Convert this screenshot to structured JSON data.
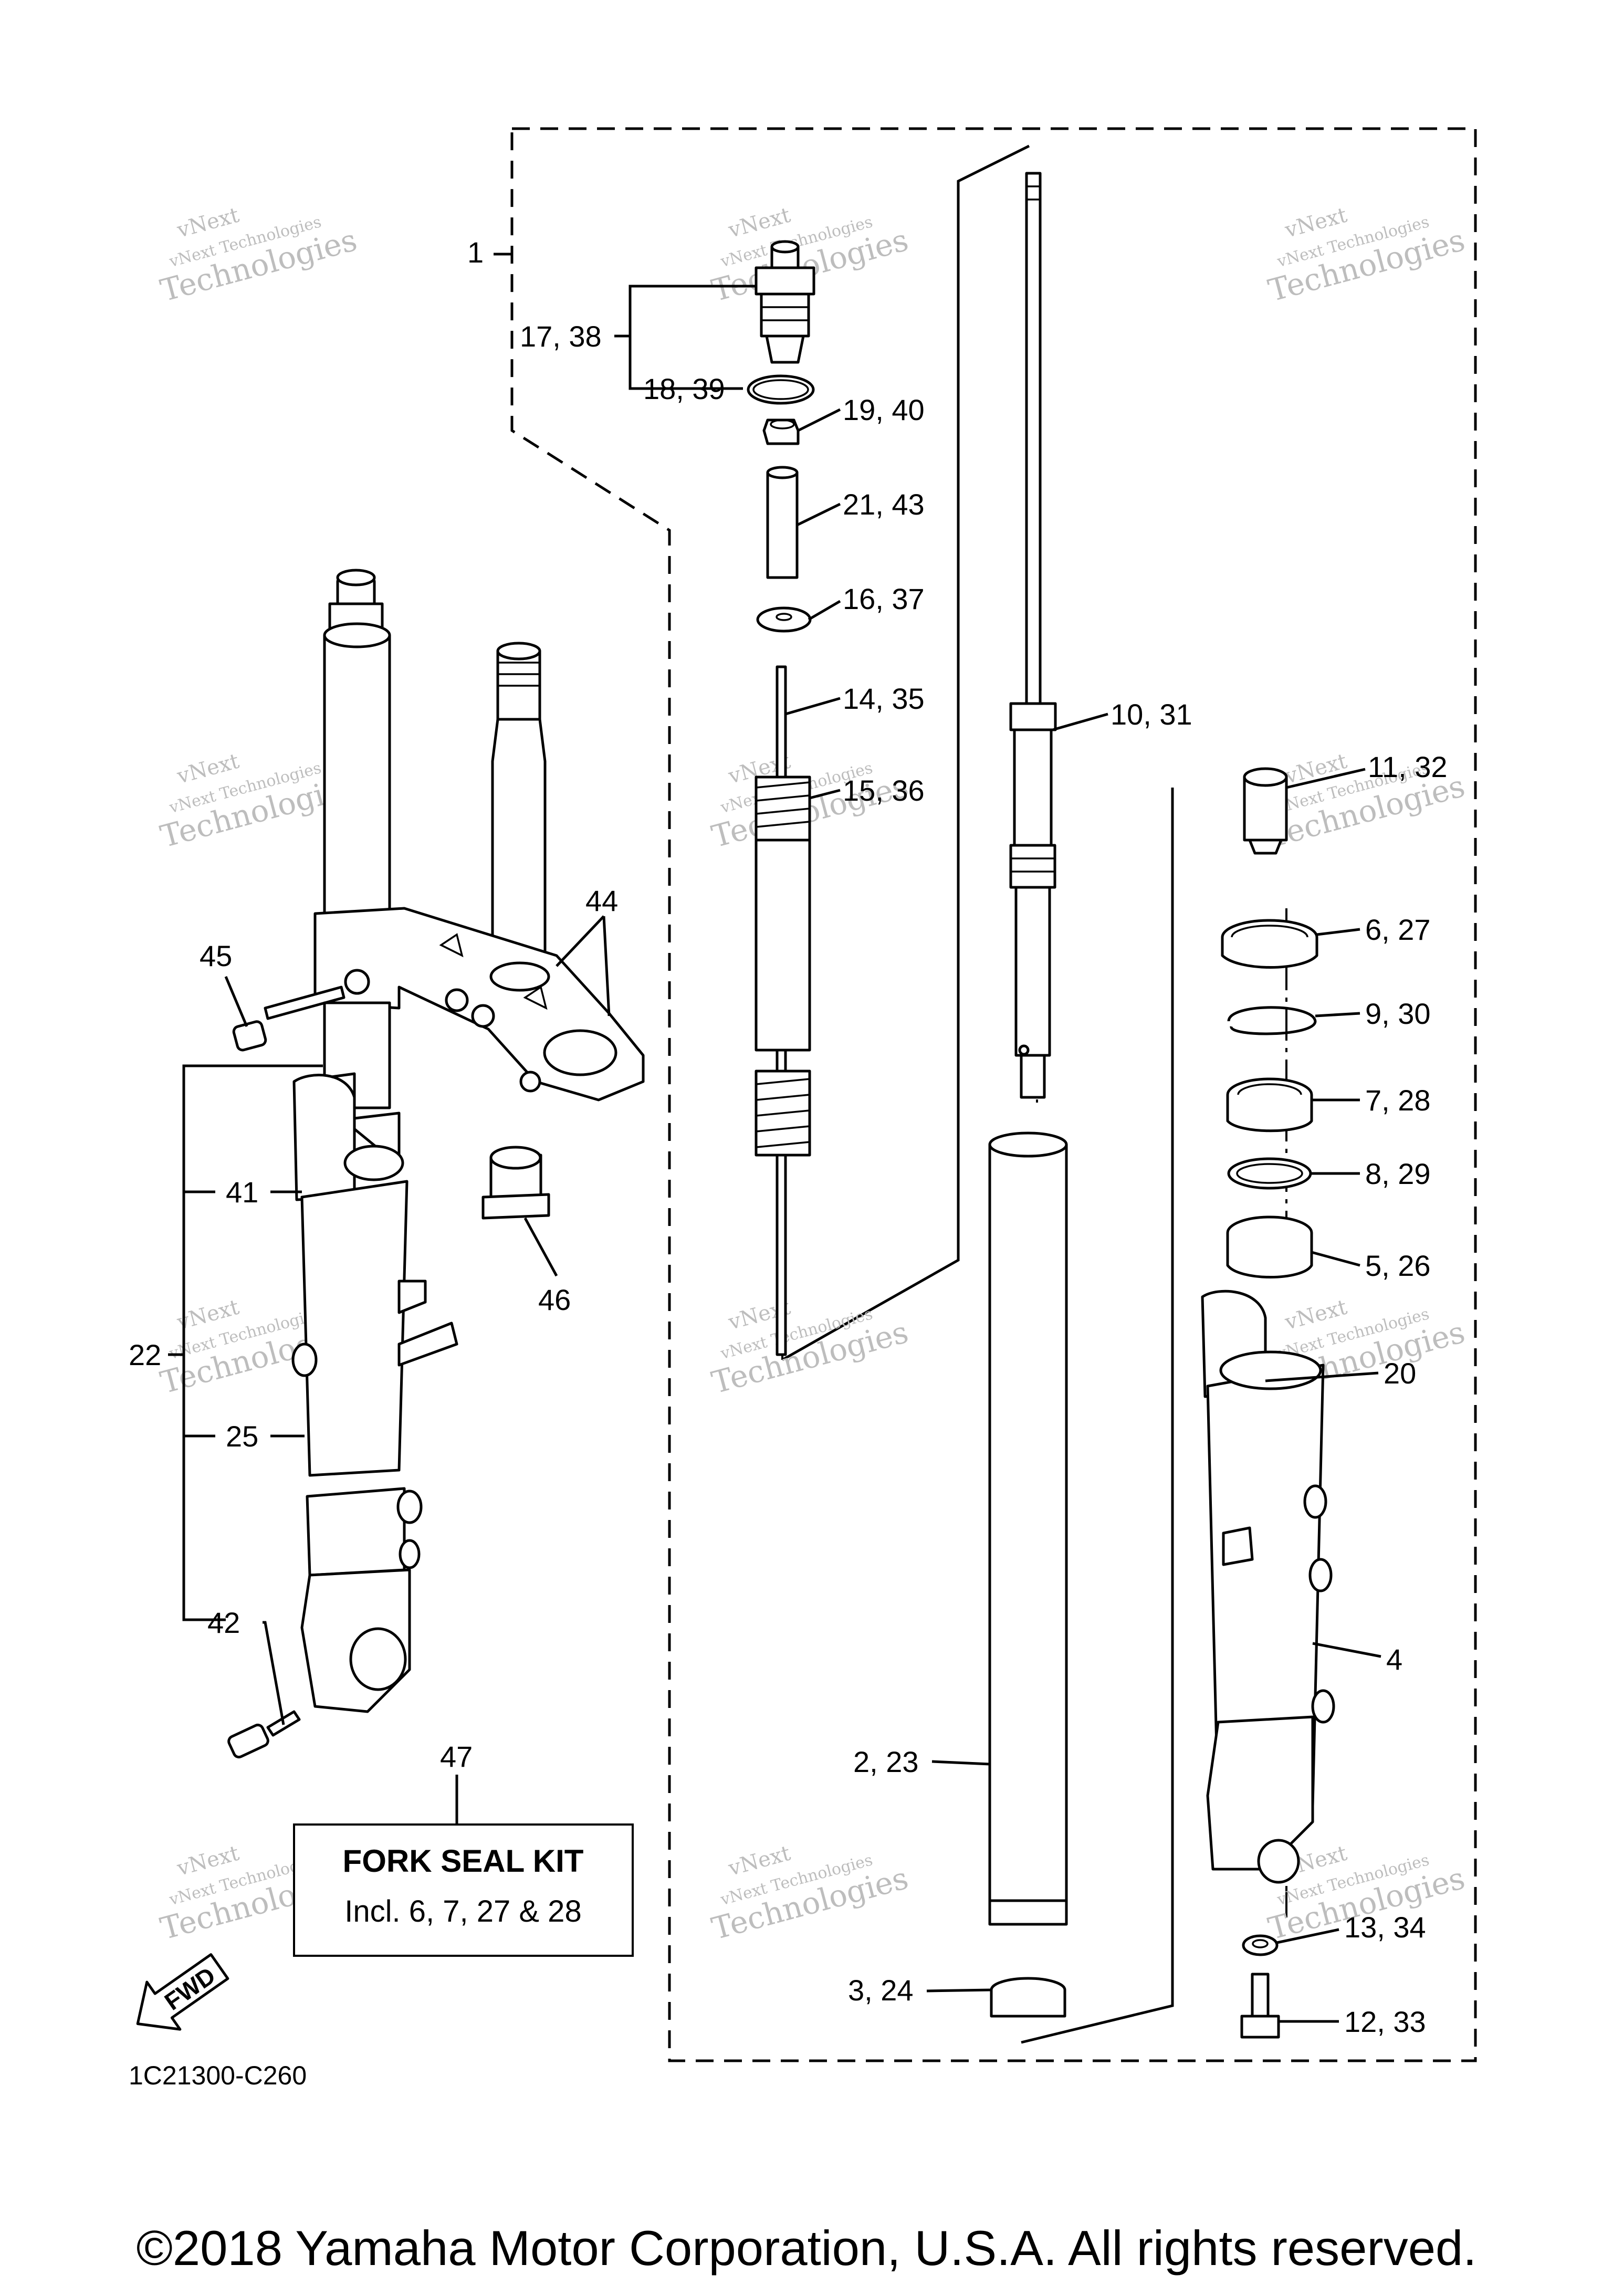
{
  "labels": [
    {
      "id": "1",
      "text": "1"
    },
    {
      "id": "17-38",
      "text": "17, 38"
    },
    {
      "id": "18-39",
      "text": "18, 39"
    },
    {
      "id": "19-40",
      "text": "19, 40"
    },
    {
      "id": "21-43",
      "text": "21, 43"
    },
    {
      "id": "16-37",
      "text": "16, 37"
    },
    {
      "id": "14-35",
      "text": "14, 35"
    },
    {
      "id": "15-36",
      "text": "15, 36"
    },
    {
      "id": "10-31",
      "text": "10, 31"
    },
    {
      "id": "11-32",
      "text": "11, 32"
    },
    {
      "id": "6-27",
      "text": "6, 27"
    },
    {
      "id": "9-30",
      "text": "9, 30"
    },
    {
      "id": "7-28",
      "text": "7, 28"
    },
    {
      "id": "8-29",
      "text": "8, 29"
    },
    {
      "id": "5-26",
      "text": "5, 26"
    },
    {
      "id": "20",
      "text": "20"
    },
    {
      "id": "4",
      "text": "4"
    },
    {
      "id": "2-23",
      "text": "2, 23"
    },
    {
      "id": "3-24",
      "text": "3, 24"
    },
    {
      "id": "13-34",
      "text": "13, 34"
    },
    {
      "id": "12-33",
      "text": "12, 33"
    },
    {
      "id": "44",
      "text": "44"
    },
    {
      "id": "45",
      "text": "45"
    },
    {
      "id": "46",
      "text": "46"
    },
    {
      "id": "41",
      "text": "41"
    },
    {
      "id": "22",
      "text": "22"
    },
    {
      "id": "25",
      "text": "25"
    },
    {
      "id": "42",
      "text": "42"
    },
    {
      "id": "47",
      "text": "47"
    }
  ],
  "kit": {
    "title": "FORK SEAL KIT",
    "subtitle": "Incl. 6, 7, 27 & 28"
  },
  "fwd_label": "FWD",
  "diagram_code": "1C21300-C260",
  "watermark": {
    "line1": "vNext",
    "line2": "vNext Technologies",
    "line3": "Technologies"
  },
  "copyright": "©2018 Yamaha Motor Corporation, U.S.A. All rights reserved."
}
